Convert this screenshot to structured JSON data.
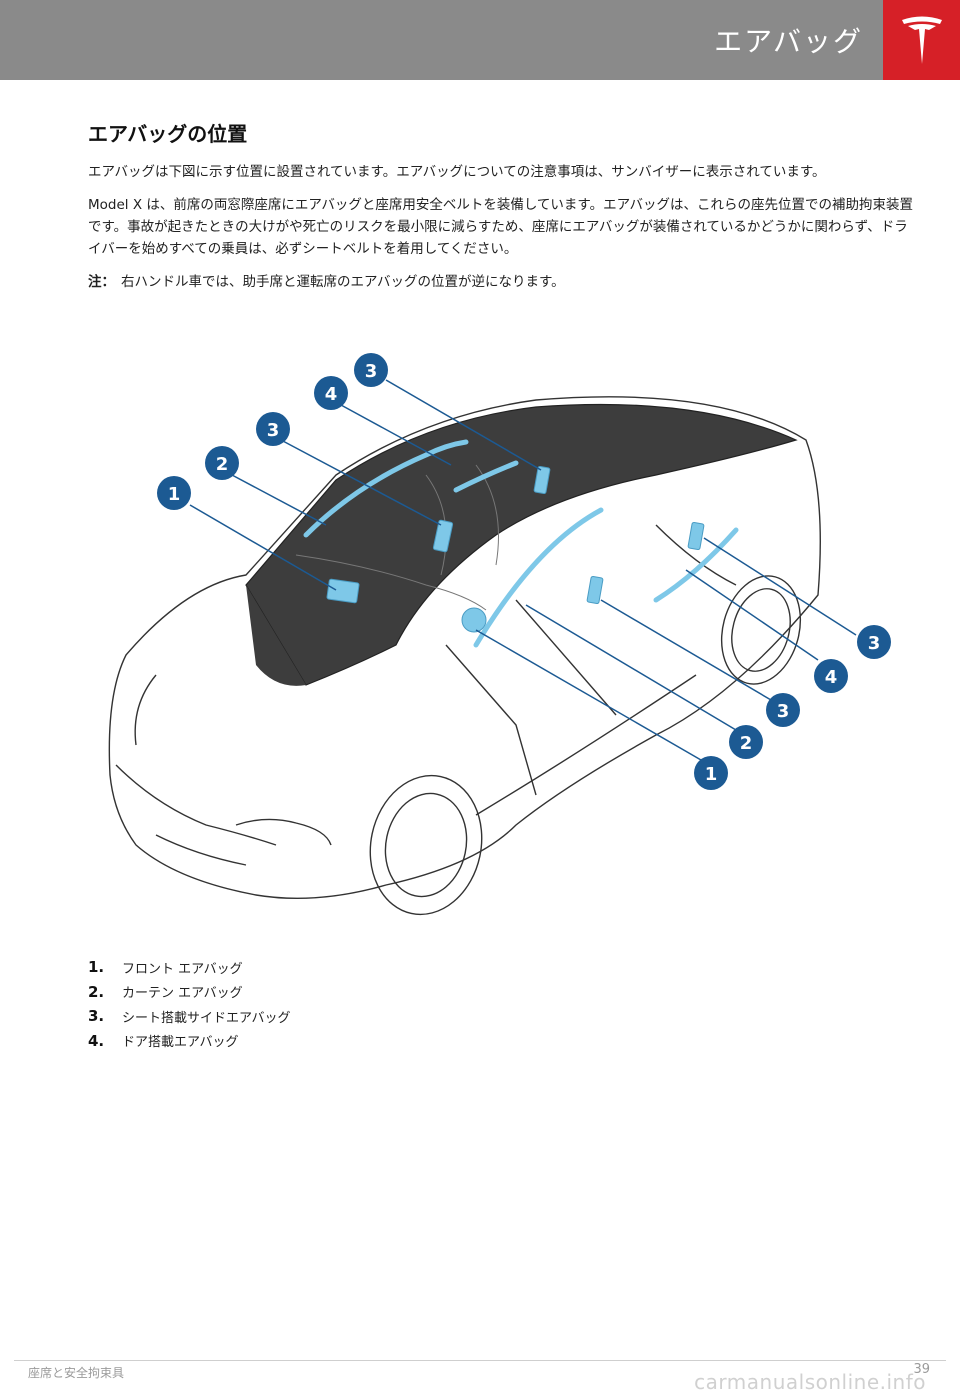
{
  "header": {
    "title": "エアバッグ",
    "brand_color": "#d62027",
    "bar_color": "#8a8a8a"
  },
  "logo": {
    "icon": "tesla-logo-icon"
  },
  "section": {
    "heading": "エアバッグの位置",
    "para1": "エアバッグは下図に示す位置に設置されています。エアバッグについての注意事項は、サンバイザーに表示されています。",
    "para2": "Model X は、前席の両窓際座席にエアバッグと座席用安全ベルトを装備しています。エアバッグは、これらの座先位置での補助拘束装置です。事故が起きたときの大けがや死亡のリスクを最小限に減らすため、座席にエアバッグが装備されているかどうかに関わらず、ドライバーを始めすべての乗員は、必ずシートベルトを着用してください。",
    "note_label": "注：",
    "note_text": "右ハンドル車では、助手席と運転席のエアバッグの位置が逆になります。"
  },
  "figure": {
    "callout_color": "#1c5a93",
    "airbag_color": "#7ec8e8",
    "callouts": [
      "1",
      "2",
      "3",
      "4",
      "3",
      "3",
      "4",
      "3",
      "2",
      "1"
    ]
  },
  "legend": [
    {
      "num": "1.",
      "text": "フロント エアバッグ"
    },
    {
      "num": "2.",
      "text": "カーテン エアバッグ"
    },
    {
      "num": "3.",
      "text": "シート搭載サイドエアバッグ"
    },
    {
      "num": "4.",
      "text": "ドア搭載エアバッグ"
    }
  ],
  "footer": {
    "left": "座席と安全拘束具",
    "page": "39",
    "watermark": "carmanualsonline.info"
  }
}
